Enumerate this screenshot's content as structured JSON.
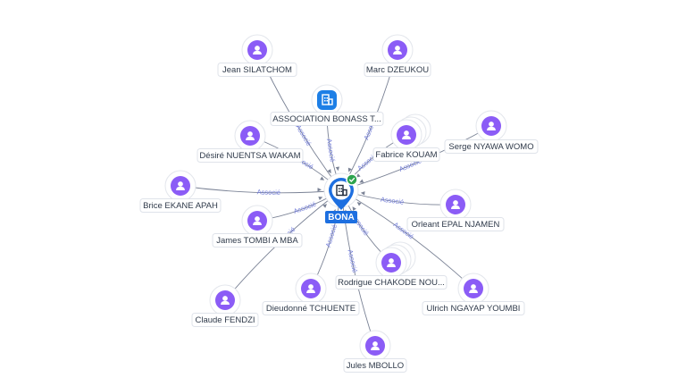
{
  "center": {
    "label": "BONA",
    "icon": "building-icon",
    "badge_icon": "check-icon"
  },
  "colors": {
    "edge": "#7a8295",
    "edge_label": "#6f7ad8",
    "person": "#8b5cf6",
    "org": "#1d7fe6",
    "center": "#1d6fe0",
    "badge": "#2ea44f",
    "label_border": "#dfe3ea"
  },
  "nodes": [
    {
      "id": "jean",
      "label": "Jean SILATCHOM",
      "type": "person",
      "icon": "person-icon"
    },
    {
      "id": "marc",
      "label": "Marc DZEUKOU",
      "type": "person",
      "icon": "person-icon"
    },
    {
      "id": "assoc",
      "label": "ASSOCIATION BONASS T...",
      "type": "organization",
      "icon": "building-icon"
    },
    {
      "id": "desire",
      "label": "Désiré NUENTSA WAKAM",
      "type": "person",
      "icon": "person-icon"
    },
    {
      "id": "fabrice",
      "label": "Fabrice KOUAM",
      "type": "person",
      "icon": "person-icon"
    },
    {
      "id": "serge",
      "label": "Serge NYAWA WOMO",
      "type": "person",
      "icon": "person-icon"
    },
    {
      "id": "brice",
      "label": "Brice EKANE APAH",
      "type": "person",
      "icon": "person-icon"
    },
    {
      "id": "orleant",
      "label": "Orleant EPAL NJAMEN",
      "type": "person",
      "icon": "person-icon"
    },
    {
      "id": "james",
      "label": "James TOMBI A MBA",
      "type": "person",
      "icon": "person-icon"
    },
    {
      "id": "claude",
      "label": "Claude FENDZI",
      "type": "person",
      "icon": "person-icon"
    },
    {
      "id": "dieudonne",
      "label": "Dieudonné TCHUENTE",
      "type": "person",
      "icon": "person-icon"
    },
    {
      "id": "rodrigue",
      "label": "Rodrigue CHAKODE NOU...",
      "type": "person",
      "icon": "person-icon"
    },
    {
      "id": "ulrich",
      "label": "Ulrich NGAYAP YOUMBI",
      "type": "person",
      "icon": "person-icon"
    },
    {
      "id": "jules",
      "label": "Jules MBOLLO",
      "type": "person",
      "icon": "person-icon"
    }
  ],
  "edges": [
    {
      "to": "jean",
      "label": "Lien Associé"
    },
    {
      "to": "marc",
      "label": "Associé"
    },
    {
      "to": "assoc",
      "label": "Associé"
    },
    {
      "to": "desire",
      "label": "Associé"
    },
    {
      "to": "fabrice",
      "label": "Associé"
    },
    {
      "to": "serge",
      "label": "Associé"
    },
    {
      "to": "brice",
      "label": "Associé"
    },
    {
      "to": "orleant",
      "label": "Associé"
    },
    {
      "to": "james",
      "label": "Associé"
    },
    {
      "to": "claude",
      "label": "Associé"
    },
    {
      "to": "dieudonne",
      "label": "Associé"
    },
    {
      "to": "rodrigue",
      "label": "Associé"
    },
    {
      "to": "ulrich",
      "label": "Associé"
    },
    {
      "to": "jules",
      "label": "Associé"
    }
  ]
}
